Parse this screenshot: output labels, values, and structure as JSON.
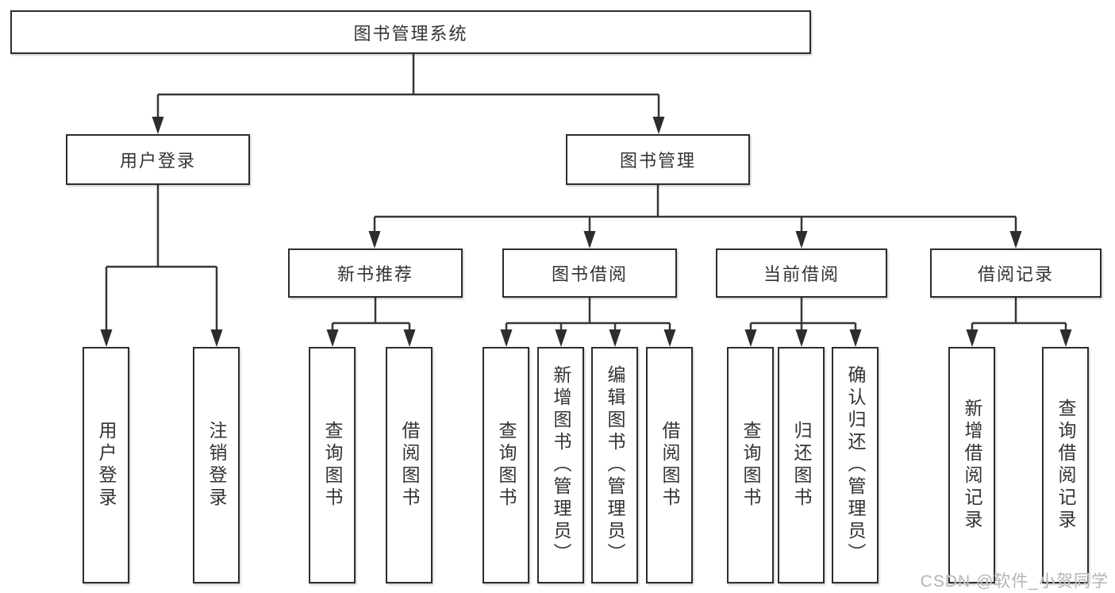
{
  "root": {
    "label": "图书管理系统"
  },
  "level2": [
    {
      "label": "用户登录"
    },
    {
      "label": "图书管理"
    }
  ],
  "level3": [
    {
      "label": "新书推荐"
    },
    {
      "label": "图书借阅"
    },
    {
      "label": "当前借阅"
    },
    {
      "label": "借阅记录"
    }
  ],
  "leaves": {
    "user_login": [
      {
        "label": "用户登录"
      },
      {
        "label": "注销登录"
      }
    ],
    "new_books": [
      {
        "label": "查询图书"
      },
      {
        "label": "借阅图书"
      }
    ],
    "book_borrow": [
      {
        "label": "查询图书"
      },
      {
        "label": "新增图书（管理员）"
      },
      {
        "label": "编辑图书（管理员）"
      },
      {
        "label": "借阅图书"
      }
    ],
    "current_borrow": [
      {
        "label": "查询图书"
      },
      {
        "label": "归还图书"
      },
      {
        "label": "确认归还（管理员）"
      }
    ],
    "borrow_records": [
      {
        "label": "新增借阅记录"
      },
      {
        "label": "查询借阅记录"
      }
    ]
  },
  "watermark": {
    "text": "CSDN @软件_小贺同学"
  },
  "colors": {
    "line": "#363636",
    "border": "#2d2d2d",
    "text": "#333333",
    "watermark_gray": "#b4b4b4",
    "background": "#ffffff"
  }
}
